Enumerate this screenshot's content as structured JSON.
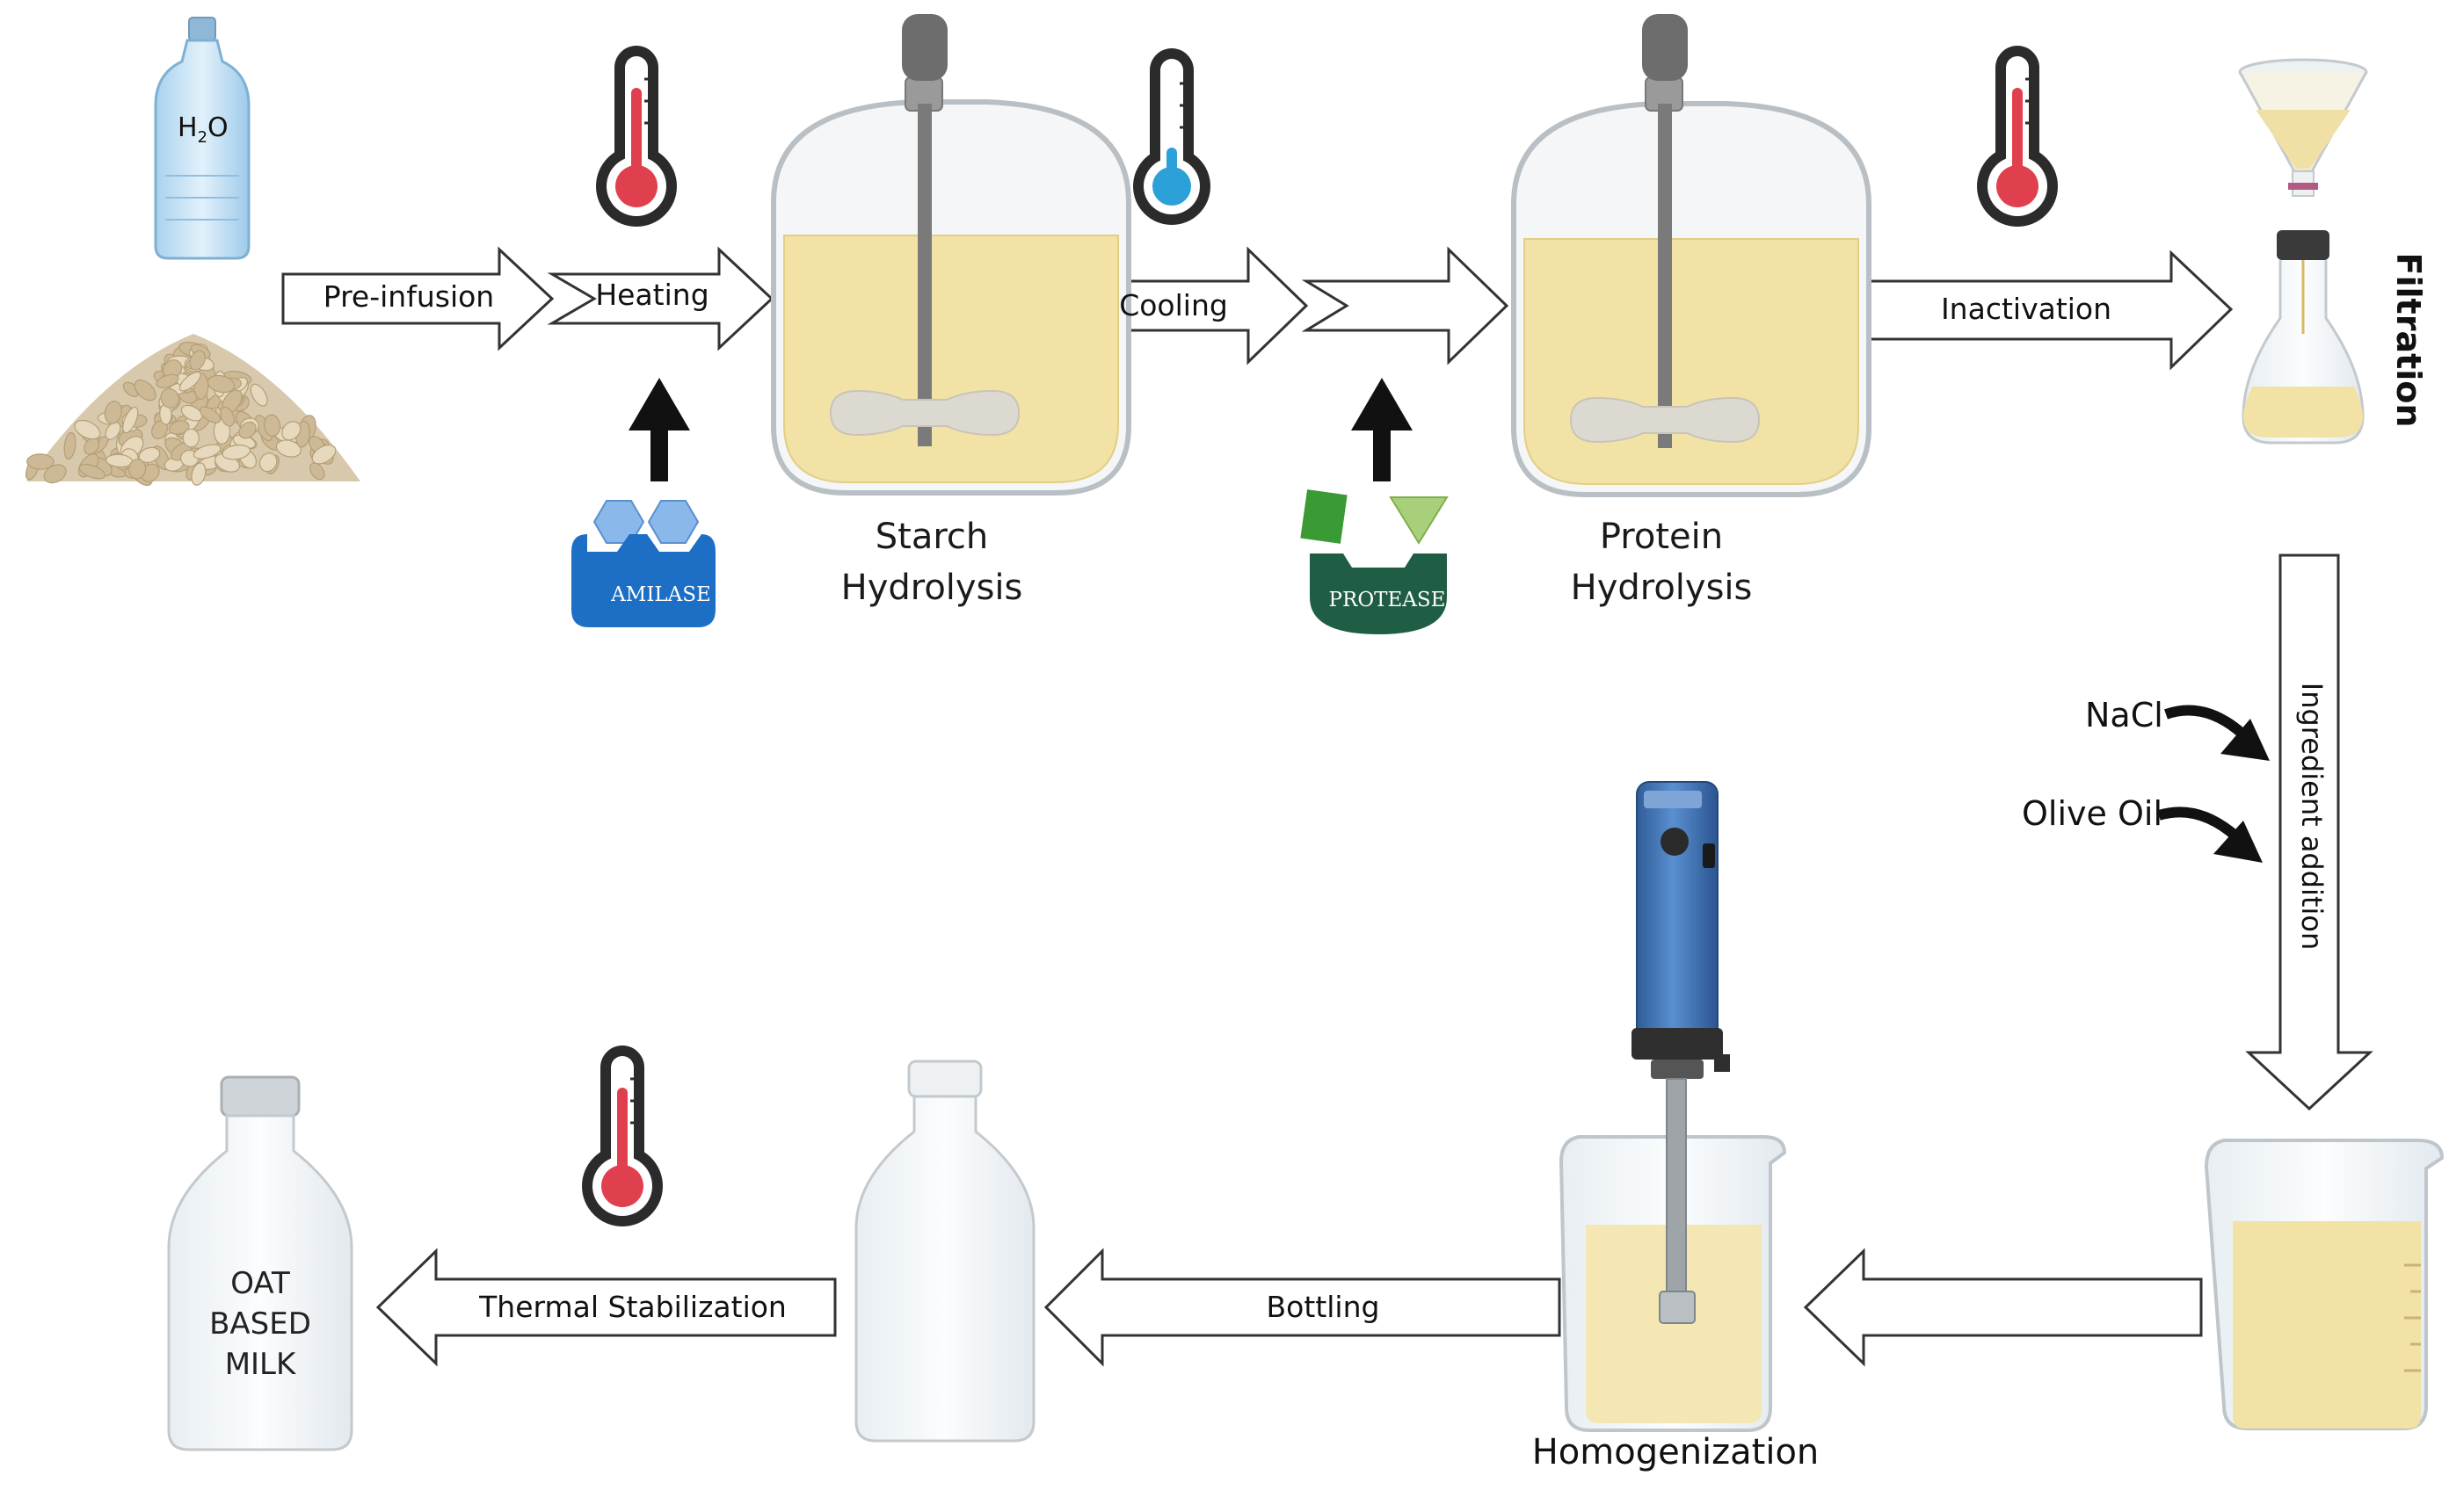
{
  "labels": {
    "water": "H",
    "water_sub": "2",
    "water_end": "O",
    "pre_infusion": "Pre-infusion",
    "heating": "Heating",
    "amilase": "AMILASE",
    "starch_1": "Starch",
    "starch_2": "Hydrolysis",
    "cooling": "Cooling",
    "protease": "PROTEASE",
    "protein_1": "Protein",
    "protein_2": "Hydrolysis",
    "inactivation": "Inactivation",
    "filtration": "Filtration",
    "ingredient_addition": "Ingredient addition",
    "nacl": "NaCl",
    "olive_oil": "Olive Oil",
    "homogenization": "Homogenization",
    "bottling": "Bottling",
    "thermal_stabilization": "Thermal Stabilization",
    "milk_1": "OAT",
    "milk_2": "BASED",
    "milk_3": "MILK"
  },
  "colors": {
    "liquid": "#f2e2a6",
    "amilase_blue": "#1c6fc4",
    "protease_green": "#1f5e45",
    "thermo_red": "#e0404d",
    "thermo_blue": "#2ca0d8",
    "mixer_blue": "#4a7dc0"
  }
}
